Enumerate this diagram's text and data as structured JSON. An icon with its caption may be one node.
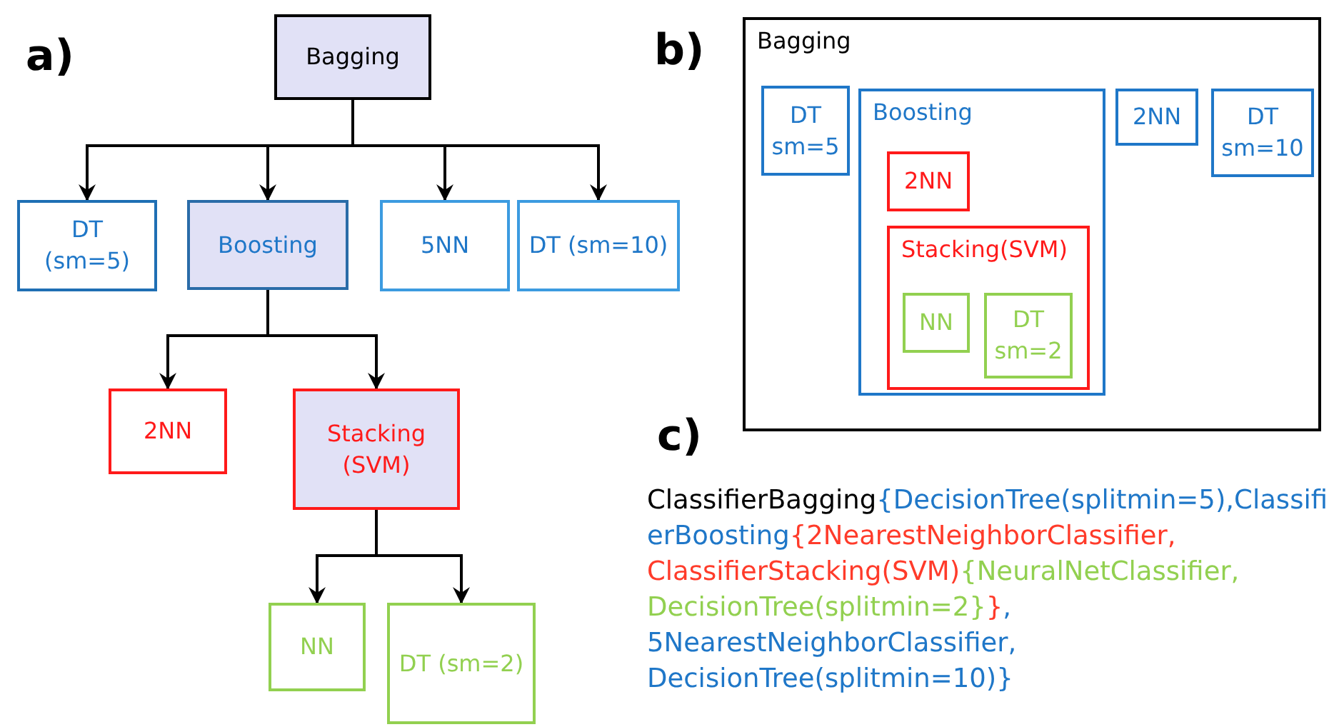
{
  "diagram": {
    "nodes": [
      {
        "text": [
          "Bagging"
        ]
      },
      {
        "text": [
          "DT (sm=5)"
        ]
      },
      {
        "text": [
          "Boosting"
        ]
      },
      {
        "text": [
          "5NN"
        ]
      },
      {
        "text": [
          "DT (sm=10)"
        ]
      },
      {
        "text": [
          "2NN"
        ]
      },
      {
        "text": [
          "Stacking (SVM)"
        ]
      },
      {
        "text": [
          "NN"
        ]
      },
      {
        "text": [
          "DT (sm=2)"
        ]
      },
      {
        "text": [
          "Bagging"
        ]
      },
      {
        "text": [
          "DT sm=5"
        ],
        "in": 9
      },
      {
        "text": [
          "Boosting"
        ],
        "in": 9
      },
      {
        "text": [
          "2NN"
        ],
        "in": 11
      },
      {
        "text": [
          "Stacking(SVM)"
        ],
        "in": 11
      },
      {
        "text": [
          "NN"
        ],
        "in": 13
      },
      {
        "text": [
          "DT sm=2"
        ],
        "in": 13
      },
      {
        "text": [
          "2NN"
        ],
        "in": 9
      },
      {
        "text": [
          "DT sm=10"
        ],
        "in": 9
      }
    ],
    "edges": [
      {
        "from": 0,
        "to": 1,
        "arrow": "to"
      },
      {
        "from": 0,
        "to": 2,
        "arrow": "to"
      },
      {
        "from": 0,
        "to": 3,
        "arrow": "to"
      },
      {
        "from": 0,
        "to": 4,
        "arrow": "to"
      },
      {
        "from": 2,
        "to": 5,
        "arrow": "to"
      },
      {
        "from": 2,
        "to": 6,
        "arrow": "to"
      },
      {
        "from": 6,
        "to": 7,
        "arrow": "to"
      },
      {
        "from": 6,
        "to": 8,
        "arrow": "to"
      }
    ],
    "labels": [
      "a)",
      "b)",
      "c)",
      "ClassifierBagging",
      "{DecisionTree(splitmin=5),ClassifierBoosting",
      "{2NearestNeighborClassifier, ClassifierStacking(SVM)",
      "{NeuralNetClassifier, DecisionTree(splitmin=2}",
      "}",
      ", 5NearestNeighborClassifier, DecisionTree(splitmin=10)}"
    ]
  }
}
